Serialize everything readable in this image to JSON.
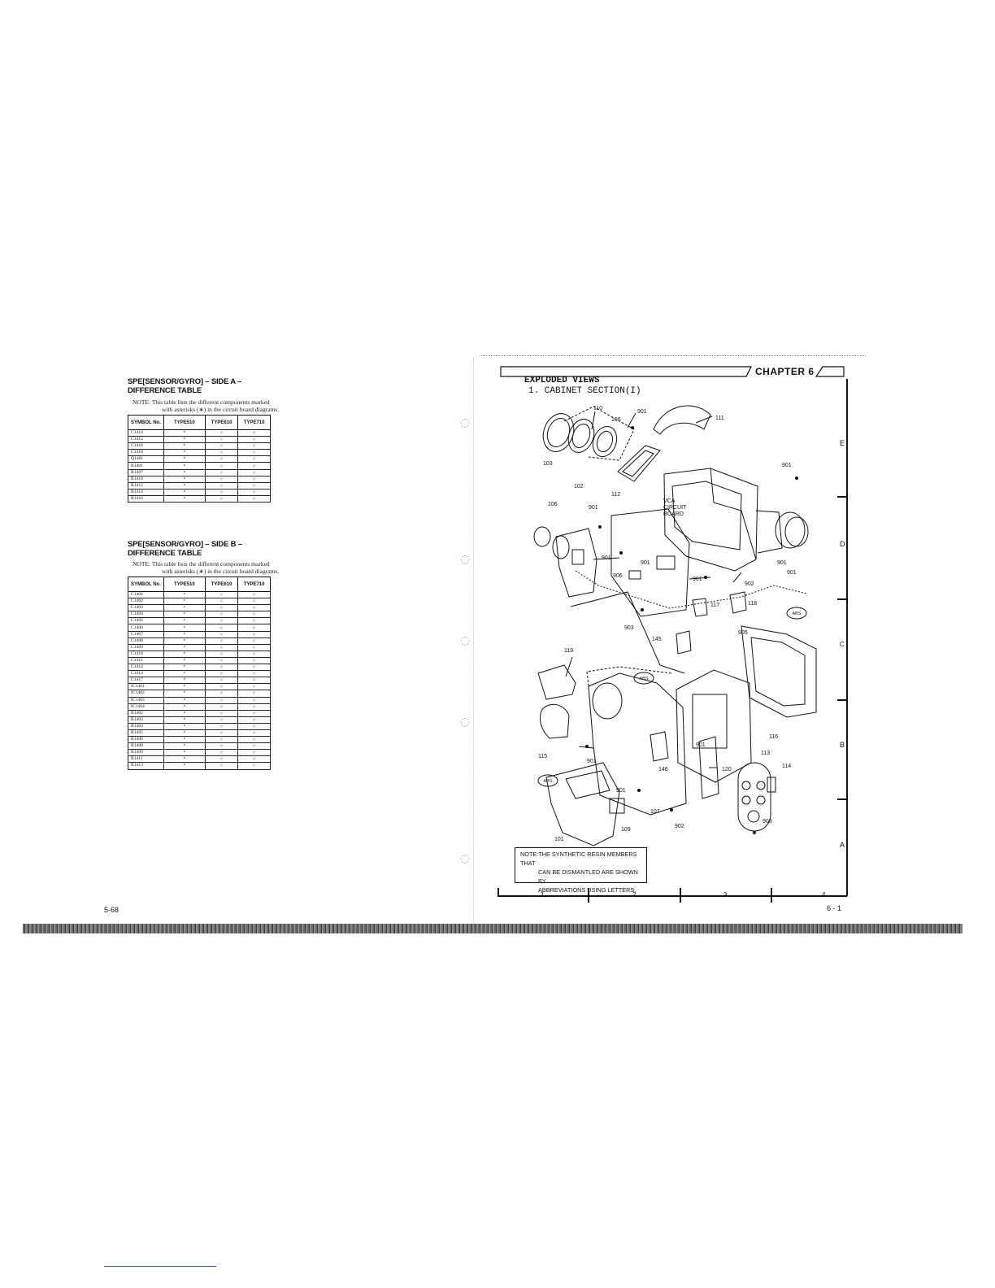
{
  "left_page": {
    "side_a": {
      "title_line1": "SPE[SENSOR/GYRO] – SIDE A –",
      "title_line2": "DIFFERENCE TABLE",
      "note_line1": "NOTE: This table lists the different components marked",
      "note_line2": "with asterisks (∗) in the circuit board diagrams.",
      "headers": [
        "SYMBOL No.",
        "TYPE510",
        "TYPE610",
        "TYPE710"
      ],
      "rows": [
        [
          "C1414",
          "×",
          "○",
          "○"
        ],
        [
          "C1415",
          "×",
          "○",
          "○"
        ],
        [
          "C1416",
          "×",
          "○",
          "○"
        ],
        [
          "C1418",
          "×",
          "○",
          "○"
        ],
        [
          "Q1401",
          "×",
          "○",
          "○"
        ],
        [
          "R1401",
          "×",
          "○",
          "○"
        ],
        [
          "R1407",
          "×",
          "○",
          "○"
        ],
        [
          "R1410",
          "×",
          "○",
          "○"
        ],
        [
          "R1412",
          "×",
          "○",
          "○"
        ],
        [
          "R1414",
          "×",
          "○",
          "○"
        ],
        [
          "R1416",
          "×",
          "○",
          "○"
        ]
      ]
    },
    "side_b": {
      "title_line1": "SPE[SENSOR/GYRO] – SIDE B –",
      "title_line2": "DIFFERENCE TABLE",
      "note_line1": "NOTE: This table lists the different components marked",
      "note_line2": "with asterisks (∗) in the circuit board diagrams.",
      "headers": [
        "SYMBOL No.",
        "TYPE510",
        "TYPE610",
        "TYPE710"
      ],
      "rows": [
        [
          "C1401",
          "×",
          "○",
          "○"
        ],
        [
          "C1402",
          "×",
          "○",
          "○"
        ],
        [
          "C1403",
          "×",
          "○",
          "○"
        ],
        [
          "C1404",
          "×",
          "○",
          "○"
        ],
        [
          "C1405",
          "×",
          "○",
          "○"
        ],
        [
          "C1406",
          "×",
          "○",
          "○"
        ],
        [
          "C1407",
          "×",
          "○",
          "○"
        ],
        [
          "C1408",
          "×",
          "○",
          "○"
        ],
        [
          "C1409",
          "×",
          "○",
          "○"
        ],
        [
          "C1410",
          "×",
          "○",
          "○"
        ],
        [
          "C1411",
          "×",
          "○",
          "○"
        ],
        [
          "C1412",
          "×",
          "○",
          "○"
        ],
        [
          "C1413",
          "×",
          "○",
          "○"
        ],
        [
          "C1417",
          "×",
          "○",
          "○"
        ],
        [
          "IC1401",
          "×",
          "○",
          "○"
        ],
        [
          "IC1402",
          "×",
          "○",
          "○"
        ],
        [
          "IC1403",
          "×",
          "○",
          "○"
        ],
        [
          "IC1404",
          "×",
          "○",
          "○"
        ],
        [
          "R1402",
          "×",
          "○",
          "○"
        ],
        [
          "R1403",
          "×",
          "○",
          "○"
        ],
        [
          "R1404",
          "×",
          "○",
          "○"
        ],
        [
          "R1405",
          "×",
          "○",
          "○"
        ],
        [
          "R1406",
          "×",
          "○",
          "○"
        ],
        [
          "R1408",
          "×",
          "○",
          "○"
        ],
        [
          "R1409",
          "×",
          "○",
          "○"
        ],
        [
          "R1411",
          "×",
          "○",
          "○"
        ],
        [
          "R1413",
          "×",
          "○",
          "○"
        ]
      ]
    },
    "page_number": "5-68"
  },
  "right_page": {
    "chapter": "CHAPTER 6",
    "heading": "EXPLODED VIEWS",
    "subheading": "1. CABINET SECTION(I)",
    "grid_rows": [
      "E",
      "D",
      "C",
      "B",
      "A"
    ],
    "grid_cols": [
      "1",
      "2",
      "3",
      "4"
    ],
    "note_line1": "NOTE:THE SYNTHETIC RESIN MEMBERS THAT",
    "note_line2": "CAN BE DISMANTLED ARE SHOWN BY",
    "note_line3": "ABBREVIATIONS USING LETTERS.",
    "page_number": "6 - 1",
    "board_label_1": "VCA",
    "board_label_2": "CIRCUIT",
    "board_label_3": "BOARD",
    "abs_tag": "ABS",
    "part_labels": {
      "p110": "110",
      "p901a": "901",
      "p105": "105",
      "p111": "111",
      "p103": "103",
      "p102": "102",
      "p112": "112",
      "p901b": "901",
      "p106": "106",
      "p901c": "901",
      "p901d": "901",
      "p906": "906",
      "p901e": "901",
      "p901f": "901",
      "p901g": "901",
      "p902a": "902",
      "p117": "117",
      "p118": "118",
      "p903a": "903",
      "p145": "145",
      "p905": "905",
      "p119": "119",
      "p116": "116",
      "p113": "113",
      "p901h": "901",
      "p115": "115",
      "p901i": "901",
      "p146": "146",
      "p120": "120",
      "p114": "114",
      "p901j": "901",
      "p107": "107",
      "p902b": "902",
      "p903b": "903",
      "p109": "109",
      "p101": "101",
      "p901k": "901"
    }
  }
}
